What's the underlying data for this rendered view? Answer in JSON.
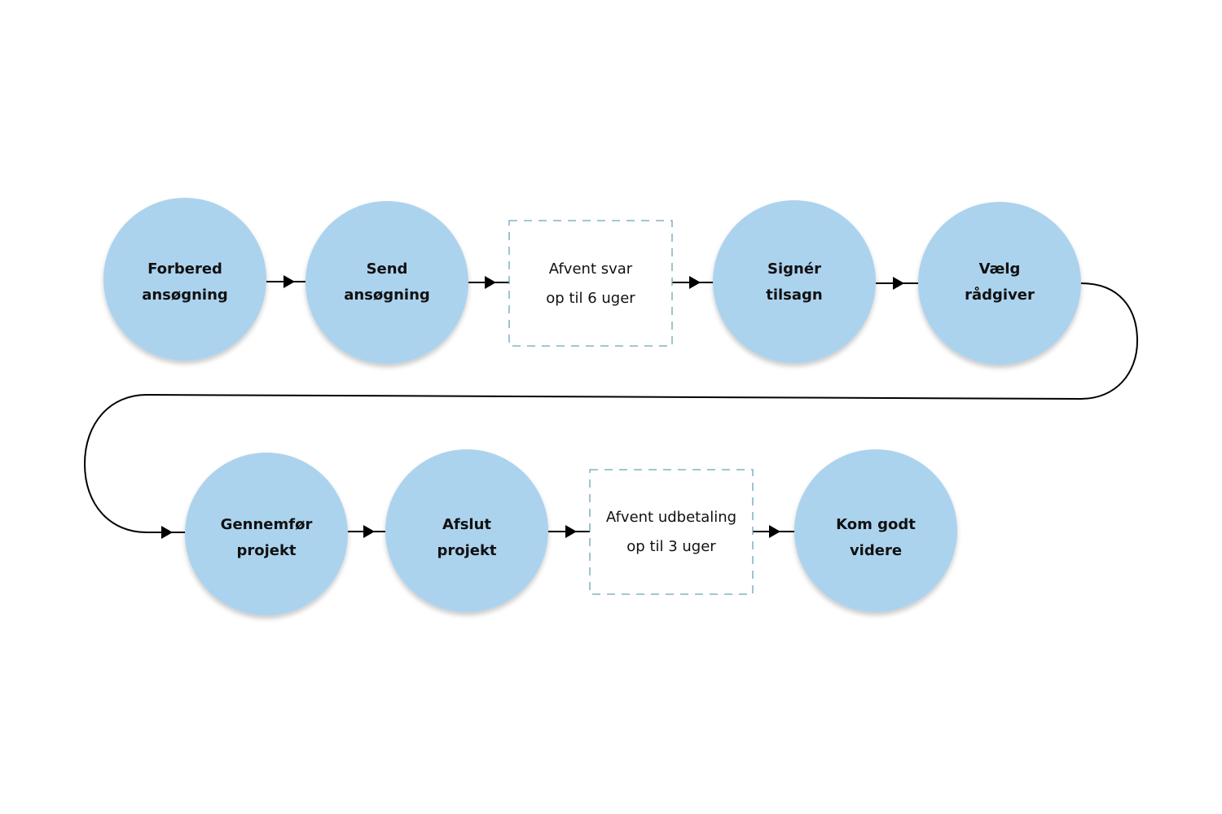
{
  "colors": {
    "step": "#acd3ee",
    "wait_border": "#6aa3b8",
    "connector": "#000000"
  },
  "steps": [
    {
      "line1": "Forbered",
      "line2": "ansøgning"
    },
    {
      "line1": "Send",
      "line2": "ansøgning"
    },
    {
      "line1": "Signér",
      "line2": "tilsagn"
    },
    {
      "line1": "Vælg",
      "line2": "rådgiver"
    },
    {
      "line1": "Gennemfør",
      "line2": "projekt"
    },
    {
      "line1": "Afslut",
      "line2": "projekt"
    },
    {
      "line1": "Kom godt",
      "line2": "videre"
    }
  ],
  "waits": [
    {
      "line1": "Afvent svar",
      "line2": "op til 6 uger"
    },
    {
      "line1": "Afvent udbetaling",
      "line2": "op til 3 uger"
    }
  ]
}
